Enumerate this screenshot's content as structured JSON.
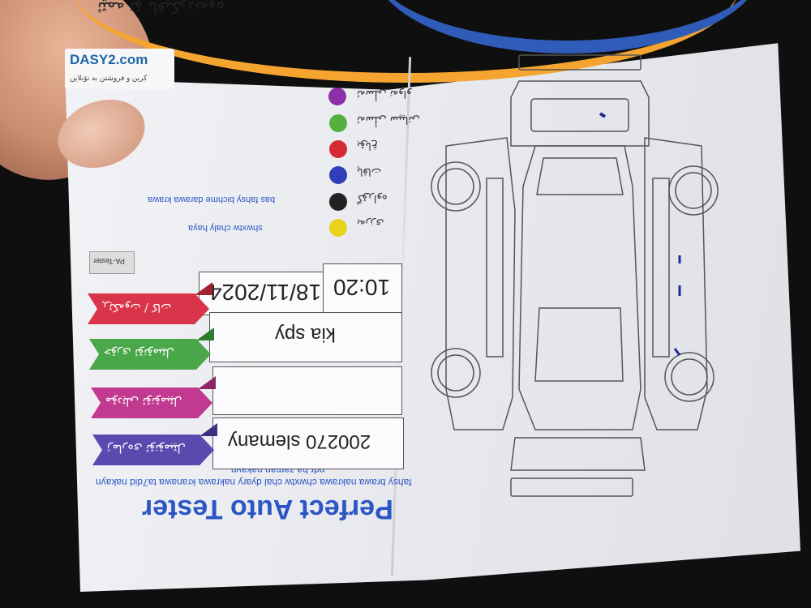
{
  "watermark": {
    "title": "DASY2.com",
    "subtitle": "کرین و فروشتن به نۆنلاین"
  },
  "sheet": {
    "brand": "Perfect Auto Tester",
    "instruction_line1": "fahsy brawa nakrawa chwxtw chal dyary nakrawa kranawa ta7did nakayn",
    "instruction_line2": "pdr ba zaman nakayn",
    "paint_instruction": "bas fahsy bichme darawa krawa",
    "shwxtw_label": "shwxtw chaly haya",
    "top_script": "ئێمە تۆ تاقیکردنەوە"
  },
  "fields": {
    "date": "18/11/2024",
    "time": "10:20",
    "model": "kia spy",
    "trim": "",
    "odometer": "200270 slemany"
  },
  "ribbons": [
    {
      "label": "ڕێکەوت / کات",
      "color": "#d9344a"
    },
    {
      "label": "جۆری ئۆتۆمبێل",
      "color": "#4aa84a"
    },
    {
      "label": "مۆدێلی ئۆتۆمبێل",
      "color": "#c13a8f"
    },
    {
      "label": "ژمارەی ئۆتۆمبێل",
      "color": "#5a4ab0"
    }
  ],
  "legend": [
    {
      "label": "ئەسڵی تەواو",
      "color": "#8a2fa8"
    },
    {
      "label": "ئەسڵی سپیاتی",
      "color": "#55b040"
    },
    {
      "label": "بۆیاغ",
      "color": "#d52a33"
    },
    {
      "label": "پاقات",
      "color": "#2f3fb8"
    },
    {
      "label": "گۆڕاوە",
      "color": "#222222"
    },
    {
      "label": "بەرزی",
      "color": "#e8d21d"
    }
  ],
  "stamp": {
    "text": "PA-Tester"
  }
}
